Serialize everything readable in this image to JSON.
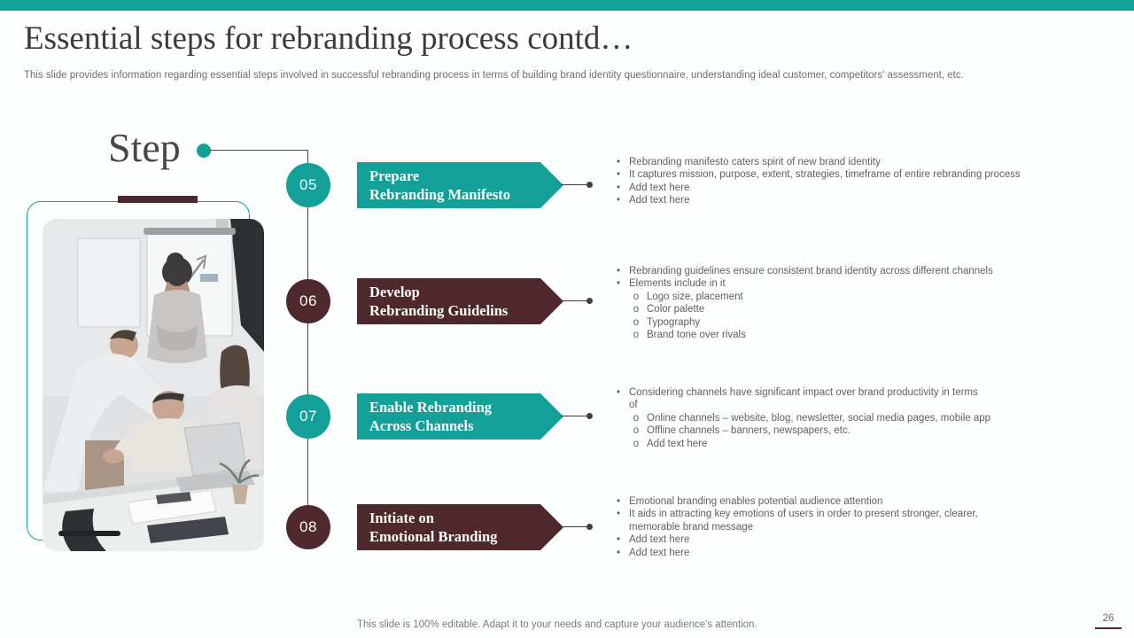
{
  "slide": {
    "title": "Essential steps for rebranding process contd…",
    "subtitle": "This slide provides information regarding essential steps involved in successful rebranding process in terms of building brand identity questionnaire, understanding ideal customer, competitors' assessment, etc.",
    "step_label": "Step",
    "footer": "This slide is 100% editable. Adapt it to your needs and capture your audience's attention.",
    "page_number": "26"
  },
  "colors": {
    "accent_teal": "#12A099",
    "accent_maroon": "#4F282D",
    "title_text": "#3b3b3b",
    "body_text": "#606060",
    "connector_line": "#4a4a4a"
  },
  "glyphs": {
    "bullet": "•",
    "sub_bullet": "o"
  },
  "media": {
    "photo_alt": "team-meeting-photo: colleagues discussing around a laptop near a flipchart"
  },
  "steps": [
    {
      "number": "05",
      "color": "teal",
      "title_line1": "Prepare",
      "title_line2": "Rebranding Manifesto",
      "bullets": [
        {
          "level": 1,
          "text": "Rebranding manifesto caters spirit of new brand identity"
        },
        {
          "level": 1,
          "text": "It captures mission, purpose, extent, strategies, timeframe of entire rebranding process"
        },
        {
          "level": 1,
          "text": "Add text here"
        },
        {
          "level": 1,
          "text": "Add text here"
        }
      ]
    },
    {
      "number": "06",
      "color": "maroon",
      "title_line1": "Develop",
      "title_line2": "Rebranding Guidelins",
      "bullets": [
        {
          "level": 1,
          "text": "Rebranding guidelines ensure consistent brand identity across different channels"
        },
        {
          "level": 1,
          "text": "Elements include in it"
        },
        {
          "level": 2,
          "text": "Logo size, placement"
        },
        {
          "level": 2,
          "text": "Color palette"
        },
        {
          "level": 2,
          "text": "Typography"
        },
        {
          "level": 2,
          "text": "Brand tone over rivals"
        }
      ]
    },
    {
      "number": "07",
      "color": "teal",
      "title_line1": "Enable Rebranding",
      "title_line2": "Across Channels",
      "bullets": [
        {
          "level": 1,
          "text": "Considering channels have significant impact over brand productivity in terms of"
        },
        {
          "level": 2,
          "text": "Online channels – website, blog, newsletter, social media pages, mobile app"
        },
        {
          "level": 2,
          "text": "Offline channels – banners, newspapers, etc."
        },
        {
          "level": 2,
          "text": "Add text here"
        }
      ]
    },
    {
      "number": "08",
      "color": "maroon",
      "title_line1": "Initiate on",
      "title_line2": "Emotional Branding",
      "bullets": [
        {
          "level": 1,
          "text": "Emotional branding enables potential audience attention"
        },
        {
          "level": 1,
          "text": "It aids in attracting key  emotions of users in order to present stronger, clearer, memorable brand message"
        },
        {
          "level": 1,
          "text": "Add text here"
        },
        {
          "level": 1,
          "text": "Add text here"
        }
      ]
    }
  ]
}
